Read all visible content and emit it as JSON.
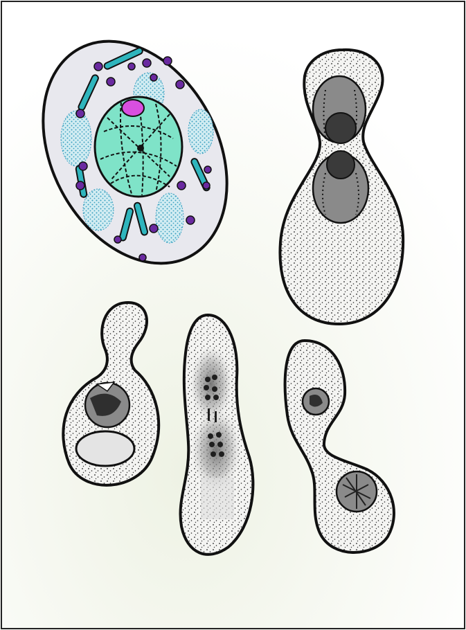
{
  "figure": {
    "cells": [
      {
        "id": "animal-cell",
        "features": [
          "nucleus",
          "nucleolus",
          "chromatin",
          "mitochondria",
          "vesicles",
          "granular-bodies"
        ]
      },
      {
        "id": "budding-cell-large",
        "features": [
          "dividing-nucleus"
        ]
      },
      {
        "id": "budding-cell-small",
        "features": [
          "nucleus",
          "vacuole"
        ]
      },
      {
        "id": "dividing-cell-elongated",
        "features": [
          "chromosomes"
        ]
      },
      {
        "id": "dividing-cell-two-lobed",
        "features": [
          "nucleus",
          "nucleus"
        ]
      }
    ]
  },
  "colors": {
    "outline": "#111111",
    "cytoplasm": "#e8e8ec",
    "stippled-cytoplasm": "#f2f2f0",
    "nucleus-teal": "#7fe3c8",
    "mitochondria": "#2fb5bd",
    "vesicle-purple": "#6a2aa0",
    "nucleolus-magenta": "#d94fe0",
    "granule-blue": "#8cc7e0",
    "nucleus-grey": "#8a8a8a",
    "vacuole": "#e4e4e4",
    "page-tint": "#f5f7ef"
  }
}
